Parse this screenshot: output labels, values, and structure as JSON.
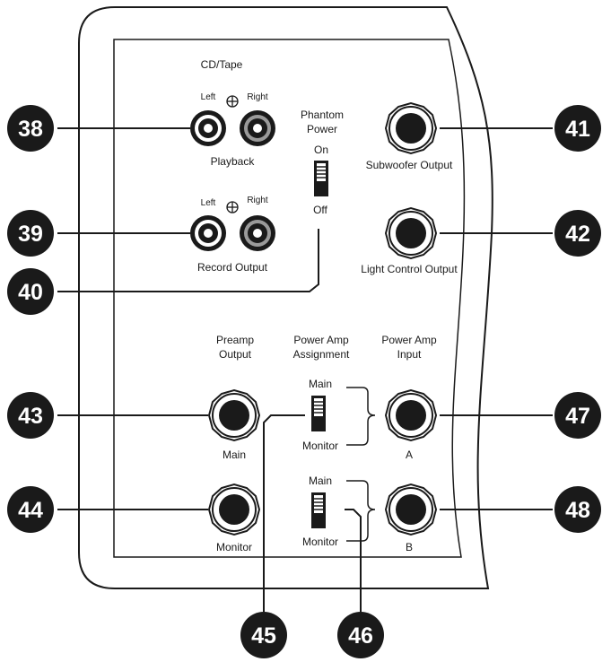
{
  "panel": {
    "cdtape_title": "CD/Tape",
    "playback_left": "Left",
    "playback_right": "Right",
    "playback_label": "Playback",
    "record_left": "Left",
    "record_right": "Right",
    "record_label": "Record Output",
    "phantom_line1": "Phantom",
    "phantom_line2": "Power",
    "phantom_on": "On",
    "phantom_off": "Off",
    "subwoofer_label": "Subwoofer Output",
    "light_label": "Light Control Output",
    "preamp_line1": "Preamp",
    "preamp_line2": "Output",
    "assign_line1": "Power Amp",
    "assign_line2": "Assignment",
    "input_line1": "Power Amp",
    "input_line2": "Input",
    "main_jack_label": "Main",
    "monitor_jack_label": "Monitor",
    "switch_a_top": "Main",
    "switch_a_bottom": "Monitor",
    "switch_b_top": "Main",
    "switch_b_bottom": "Monitor",
    "input_a_label": "A",
    "input_b_label": "B"
  },
  "callouts": {
    "c38": "38",
    "c39": "39",
    "c40": "40",
    "c41": "41",
    "c42": "42",
    "c43": "43",
    "c44": "44",
    "c45": "45",
    "c46": "46",
    "c47": "47",
    "c48": "48"
  },
  "colors": {
    "ink": "#1a1a1a",
    "rca_red_ring": "#ffffff",
    "rca_grey_ring": "#9a9a9a",
    "panel_bg": "#ffffff"
  }
}
